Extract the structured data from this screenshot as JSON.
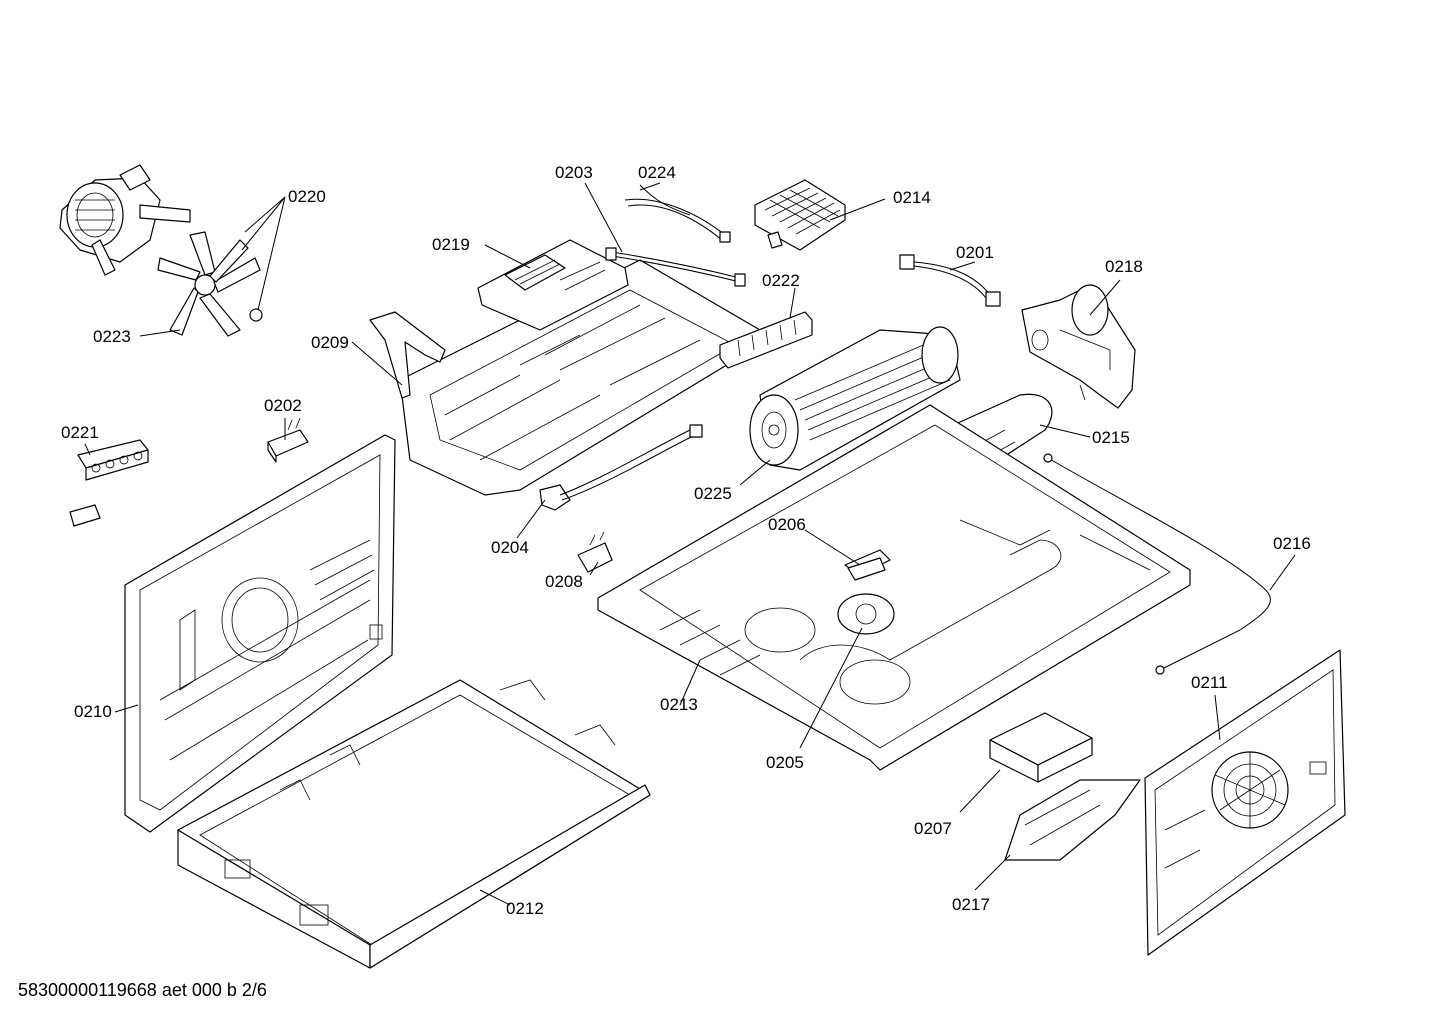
{
  "labels": {
    "p0201": "0201",
    "p0202": "0202",
    "p0203": "0203",
    "p0204": "0204",
    "p0205": "0205",
    "p0206": "0206",
    "p0207": "0207",
    "p0208": "0208",
    "p0209": "0209",
    "p0210": "0210",
    "p0211": "0211",
    "p0212": "0212",
    "p0213": "0213",
    "p0214": "0214",
    "p0215": "0215",
    "p0216": "0216",
    "p0217": "0217",
    "p0218": "0218",
    "p0219": "0219",
    "p0220": "0220",
    "p0221": "0221",
    "p0222": "0222",
    "p0223": "0223",
    "p0224": "0224",
    "p0225": "0225"
  },
  "footer": "58300000119668 aet 000 b 2/6"
}
